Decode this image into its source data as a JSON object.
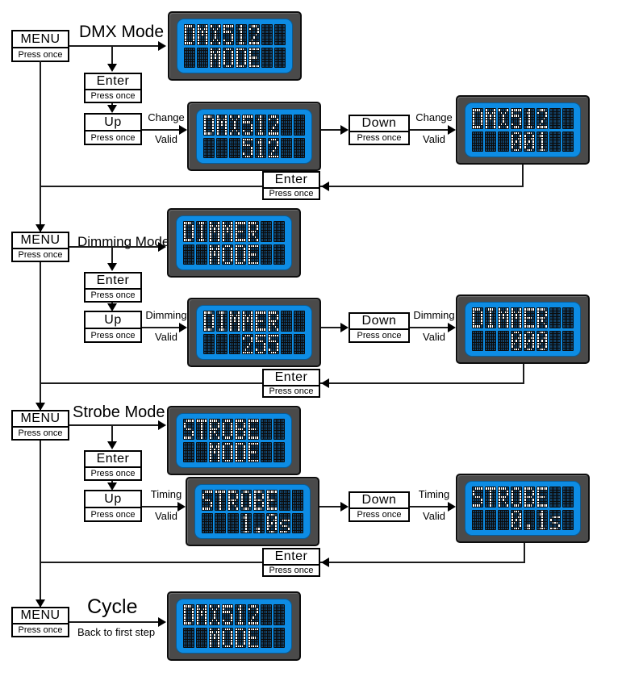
{
  "buttons": {
    "menu": "MENU",
    "enter": "Enter",
    "up": "Up",
    "down": "Down",
    "press_once": "Press once"
  },
  "sections": [
    {
      "mode_label": "DMX Mode",
      "action_label": "Change",
      "valid_label": "Valid"
    },
    {
      "mode_label": "Dimming Mode",
      "action_label": "Dimming",
      "valid_label": "Valid"
    },
    {
      "mode_label": "Strobe Mode",
      "action_label": "Timing",
      "valid_label": "Valid"
    },
    {
      "mode_label": "Cycle",
      "sub_label": "Back to first step"
    }
  ],
  "lcds": [
    {
      "name": "dmx-mode",
      "line1": "DMX512  ",
      "line2": "  MODE  "
    },
    {
      "name": "dmx-up",
      "line1": "DMX512  ",
      "line2": "   512  "
    },
    {
      "name": "dmx-down",
      "line1": "DMX512  ",
      "line2": "   001  "
    },
    {
      "name": "dimming-mode",
      "line1": "DIMMER  ",
      "line2": "  MODE  "
    },
    {
      "name": "dimming-up",
      "line1": "DIMMER  ",
      "line2": "   255  "
    },
    {
      "name": "dimming-down",
      "line1": "DIMMER  ",
      "line2": "   000  "
    },
    {
      "name": "strobe-mode",
      "line1": "STROBE  ",
      "line2": "  MODE  "
    },
    {
      "name": "strobe-up",
      "line1": "STROBE  ",
      "line2": "   1.0s "
    },
    {
      "name": "strobe-down",
      "line1": "STROBE  ",
      "line2": "   0.1s "
    },
    {
      "name": "cycle",
      "line1": "DMX512  ",
      "line2": "  MODE  "
    }
  ],
  "colors": {
    "screen": "#0d8ce4",
    "bezel": "#4a4a4a",
    "dot_on": "#ffffff",
    "dot_off": "#12436a",
    "line": "#1c1c1c"
  }
}
